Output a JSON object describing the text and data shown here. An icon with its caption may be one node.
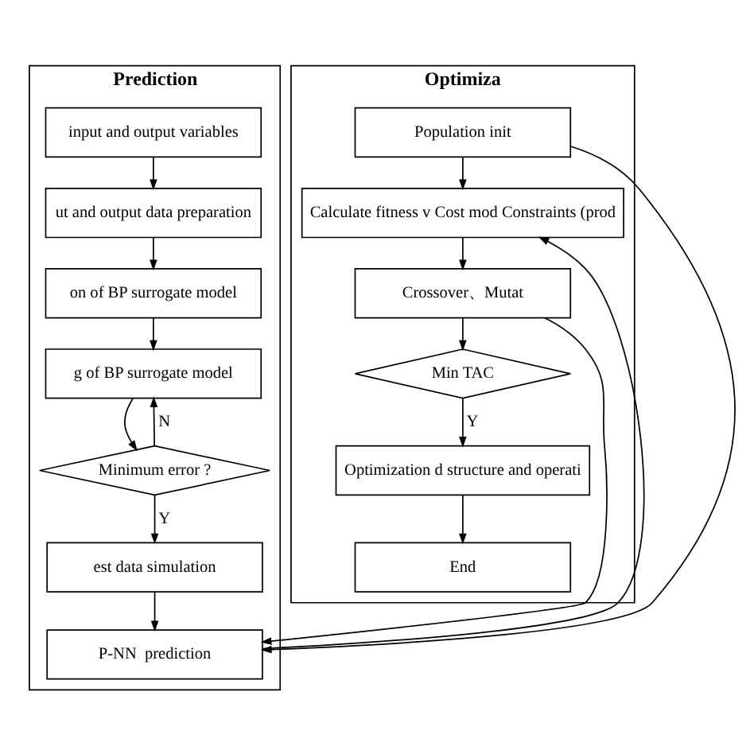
{
  "diagram": {
    "nodes": [
      {
        "text": [
          "Prediction"
        ]
      },
      {
        "text": [
          "input and output variables"
        ],
        "in": 0
      },
      {
        "text": [
          "ut and output data preparation"
        ],
        "in": 0
      },
      {
        "text": [
          "on of BP surrogate model"
        ],
        "in": 0
      },
      {
        "text": [
          "g of BP surrogate model"
        ],
        "in": 0
      },
      {
        "text": [
          "Minimum error ?"
        ],
        "in": 0
      },
      {
        "text": [
          "est data simulation"
        ],
        "in": 0
      },
      {
        "text": [
          "P-NN  prediction"
        ],
        "in": 0
      },
      {
        "text": [
          "Optimiza"
        ]
      },
      {
        "text": [
          "Population init"
        ],
        "in": 8
      },
      {
        "text": [
          "Calculate fitness v Cost mod Constraints (prod"
        ],
        "in": 8
      },
      {
        "text": [
          "Crossover、Mutat"
        ],
        "in": 8
      },
      {
        "text": [
          "Min TAC"
        ],
        "in": 8
      },
      {
        "text": [
          "Optimization d structure and operati"
        ],
        "in": 8
      },
      {
        "text": [
          "End"
        ],
        "in": 8
      }
    ],
    "edges": [
      {
        "from": 1,
        "to": 2,
        "arrow": "to"
      },
      {
        "from": 2,
        "to": 3,
        "arrow": "to"
      },
      {
        "from": 3,
        "to": 4,
        "arrow": "to"
      },
      {
        "from": 4,
        "to": 5,
        "arrow": "to"
      },
      {
        "from": 5,
        "to": 4,
        "arrow": "to",
        "label": "N"
      },
      {
        "from": 5,
        "to": 6,
        "arrow": "to",
        "label": "Y"
      },
      {
        "from": 6,
        "to": 7,
        "arrow": "to"
      },
      {
        "from": 9,
        "to": 10,
        "arrow": "to"
      },
      {
        "from": 10,
        "to": 11,
        "arrow": "to"
      },
      {
        "from": 11,
        "to": 12,
        "arrow": "to"
      },
      {
        "from": 12,
        "to": 13,
        "arrow": "to",
        "label": "Y"
      },
      {
        "from": 13,
        "to": 14,
        "arrow": "to"
      },
      {
        "from": 9,
        "to": 7,
        "arrow": "to"
      },
      {
        "from": 7,
        "to": 10,
        "arrow": "to"
      },
      {
        "from": 11,
        "to": 7,
        "arrow": "to"
      }
    ]
  }
}
